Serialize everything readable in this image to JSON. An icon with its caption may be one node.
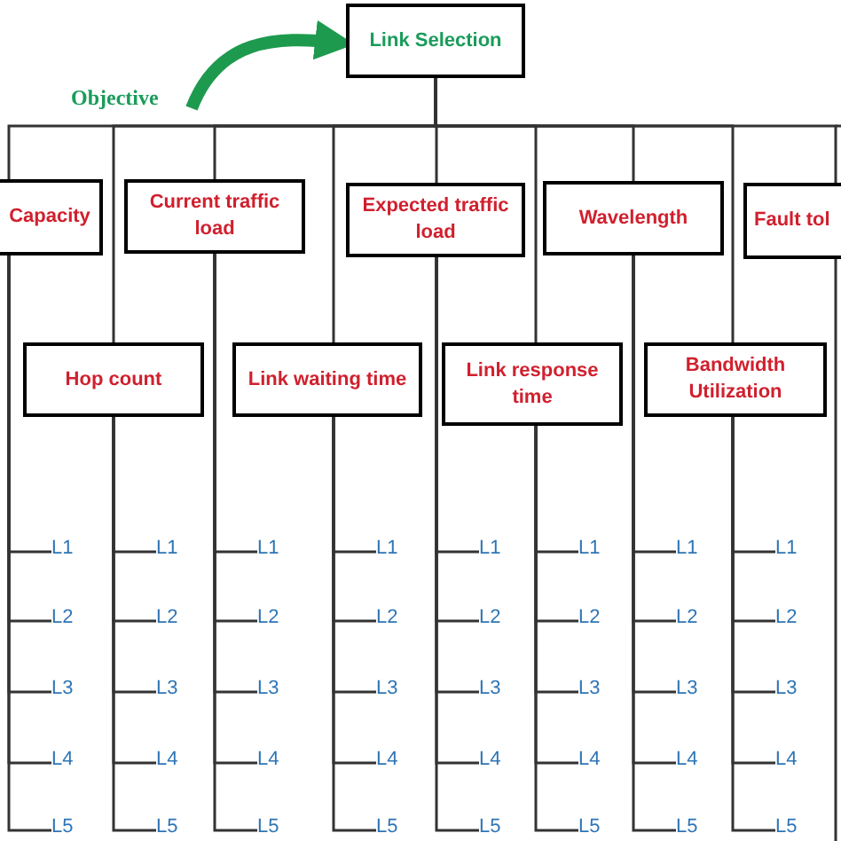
{
  "diagram": {
    "nodes": [
      {
        "text": [
          "Link Selection"
        ]
      },
      {
        "text": [
          "Objective"
        ]
      },
      {
        "text": [
          "Capacity"
        ]
      },
      {
        "text": [
          "Current traffic load"
        ]
      },
      {
        "text": [
          "Expected traffic load"
        ]
      },
      {
        "text": [
          "Wavelength"
        ]
      },
      {
        "text": [
          "Fault tol"
        ]
      },
      {
        "text": [
          "Hop count"
        ]
      },
      {
        "text": [
          "Link waiting time"
        ]
      },
      {
        "text": [
          "Link response time"
        ]
      },
      {
        "text": [
          "Bandwidth Utilization"
        ]
      },
      {
        "text": [
          "L1"
        ]
      },
      {
        "text": [
          "L2"
        ]
      },
      {
        "text": [
          "L3"
        ]
      },
      {
        "text": [
          "L4"
        ]
      },
      {
        "text": [
          "L5"
        ]
      },
      {
        "text": [
          "L1"
        ]
      },
      {
        "text": [
          "L2"
        ]
      },
      {
        "text": [
          "L3"
        ]
      },
      {
        "text": [
          "L4"
        ]
      },
      {
        "text": [
          "L5"
        ]
      },
      {
        "text": [
          "L1"
        ]
      },
      {
        "text": [
          "L2"
        ]
      },
      {
        "text": [
          "L3"
        ]
      },
      {
        "text": [
          "L4"
        ]
      },
      {
        "text": [
          "L5"
        ]
      },
      {
        "text": [
          "L1"
        ]
      },
      {
        "text": [
          "L2"
        ]
      },
      {
        "text": [
          "L3"
        ]
      },
      {
        "text": [
          "L4"
        ]
      },
      {
        "text": [
          "L5"
        ]
      },
      {
        "text": [
          "L1"
        ]
      },
      {
        "text": [
          "L2"
        ]
      },
      {
        "text": [
          "L3"
        ]
      },
      {
        "text": [
          "L4"
        ]
      },
      {
        "text": [
          "L5"
        ]
      },
      {
        "text": [
          "L1"
        ]
      },
      {
        "text": [
          "L2"
        ]
      },
      {
        "text": [
          "L3"
        ]
      },
      {
        "text": [
          "L4"
        ]
      },
      {
        "text": [
          "L5"
        ]
      },
      {
        "text": [
          "L1"
        ]
      },
      {
        "text": [
          "L2"
        ]
      },
      {
        "text": [
          "L3"
        ]
      },
      {
        "text": [
          "L4"
        ]
      },
      {
        "text": [
          "L5"
        ]
      },
      {
        "text": [
          "L1"
        ]
      },
      {
        "text": [
          "L2"
        ]
      },
      {
        "text": [
          "L3"
        ]
      },
      {
        "text": [
          "L4"
        ]
      },
      {
        "text": [
          "L5"
        ]
      }
    ],
    "edges": [
      {
        "from": 1,
        "to": 0,
        "arrow": "to",
        "style": "thick",
        "color": "#1e9a4f"
      },
      {
        "from": 0,
        "to": 2,
        "arrow": "none"
      },
      {
        "from": 0,
        "to": 7,
        "arrow": "none"
      },
      {
        "from": 0,
        "to": 3,
        "arrow": "none"
      },
      {
        "from": 0,
        "to": 8,
        "arrow": "none"
      },
      {
        "from": 0,
        "to": 4,
        "arrow": "none"
      },
      {
        "from": 0,
        "to": 9,
        "arrow": "none"
      },
      {
        "from": 0,
        "to": 5,
        "arrow": "none"
      },
      {
        "from": 0,
        "to": 10,
        "arrow": "none"
      },
      {
        "from": 0,
        "to": 6,
        "arrow": "none"
      },
      {
        "from": 6,
        "to": null,
        "arrow": "none"
      },
      {
        "from": 2,
        "to": 11,
        "arrow": "none"
      },
      {
        "from": 2,
        "to": 12,
        "arrow": "none"
      },
      {
        "from": 2,
        "to": 13,
        "arrow": "none"
      },
      {
        "from": 2,
        "to": 14,
        "arrow": "none"
      },
      {
        "from": 2,
        "to": 15,
        "arrow": "none"
      },
      {
        "from": 7,
        "to": 16,
        "arrow": "none"
      },
      {
        "from": 7,
        "to": 17,
        "arrow": "none"
      },
      {
        "from": 7,
        "to": 18,
        "arrow": "none"
      },
      {
        "from": 7,
        "to": 19,
        "arrow": "none"
      },
      {
        "from": 7,
        "to": 20,
        "arrow": "none"
      },
      {
        "from": 3,
        "to": 21,
        "arrow": "none"
      },
      {
        "from": 3,
        "to": 22,
        "arrow": "none"
      },
      {
        "from": 3,
        "to": 23,
        "arrow": "none"
      },
      {
        "from": 3,
        "to": 24,
        "arrow": "none"
      },
      {
        "from": 3,
        "to": 25,
        "arrow": "none"
      },
      {
        "from": 8,
        "to": 26,
        "arrow": "none"
      },
      {
        "from": 8,
        "to": 27,
        "arrow": "none"
      },
      {
        "from": 8,
        "to": 28,
        "arrow": "none"
      },
      {
        "from": 8,
        "to": 29,
        "arrow": "none"
      },
      {
        "from": 8,
        "to": 30,
        "arrow": "none"
      },
      {
        "from": 4,
        "to": 31,
        "arrow": "none"
      },
      {
        "from": 4,
        "to": 32,
        "arrow": "none"
      },
      {
        "from": 4,
        "to": 33,
        "arrow": "none"
      },
      {
        "from": 4,
        "to": 34,
        "arrow": "none"
      },
      {
        "from": 4,
        "to": 35,
        "arrow": "none"
      },
      {
        "from": 9,
        "to": 36,
        "arrow": "none"
      },
      {
        "from": 9,
        "to": 37,
        "arrow": "none"
      },
      {
        "from": 9,
        "to": 38,
        "arrow": "none"
      },
      {
        "from": 9,
        "to": 39,
        "arrow": "none"
      },
      {
        "from": 9,
        "to": 40,
        "arrow": "none"
      },
      {
        "from": 5,
        "to": 41,
        "arrow": "none"
      },
      {
        "from": 5,
        "to": 42,
        "arrow": "none"
      },
      {
        "from": 5,
        "to": 43,
        "arrow": "none"
      },
      {
        "from": 5,
        "to": 44,
        "arrow": "none"
      },
      {
        "from": 5,
        "to": 45,
        "arrow": "none"
      },
      {
        "from": 10,
        "to": 46,
        "arrow": "none"
      },
      {
        "from": 10,
        "to": 47,
        "arrow": "none"
      },
      {
        "from": 10,
        "to": 48,
        "arrow": "none"
      },
      {
        "from": 10,
        "to": 49,
        "arrow": "none"
      },
      {
        "from": 10,
        "to": 50,
        "arrow": "none"
      }
    ]
  }
}
